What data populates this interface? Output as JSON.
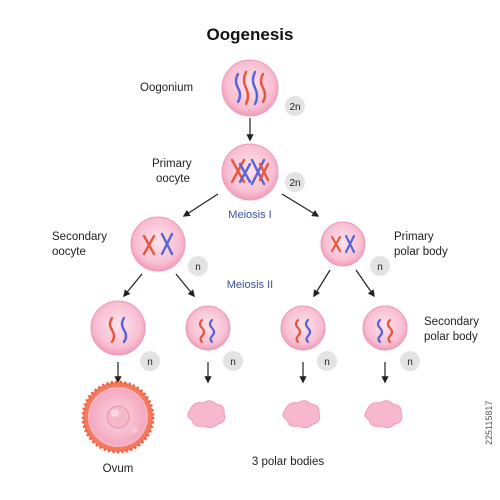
{
  "title": "Oogenesis",
  "labels": {
    "oogonium": "Oogonium",
    "primary_1": "Primary",
    "primary_2": "oocyte",
    "secondary_oocyte_1": "Secondary",
    "secondary_oocyte_2": "oocyte",
    "primary_polar_1": "Primary",
    "primary_polar_2": "polar body",
    "secondary_polar_1": "Secondary",
    "secondary_polar_2": "polar body",
    "ovum": "Ovum",
    "three_polar": "3 polar bodies"
  },
  "stages": {
    "meiosis1": "Meiosis I",
    "meiosis2": "Meiosis II"
  },
  "ploidy": {
    "diploid": "2n",
    "haploid": "n"
  },
  "stock_id": "225115817",
  "colors": {
    "cell_fill": "#f7b8cd",
    "cell_inner": "#fad4e0",
    "chrom_red": "#e8553d",
    "chrom_blue": "#5a63d6",
    "badge": "#e3e3e3",
    "meiosis_text": "#3c4f9a"
  }
}
